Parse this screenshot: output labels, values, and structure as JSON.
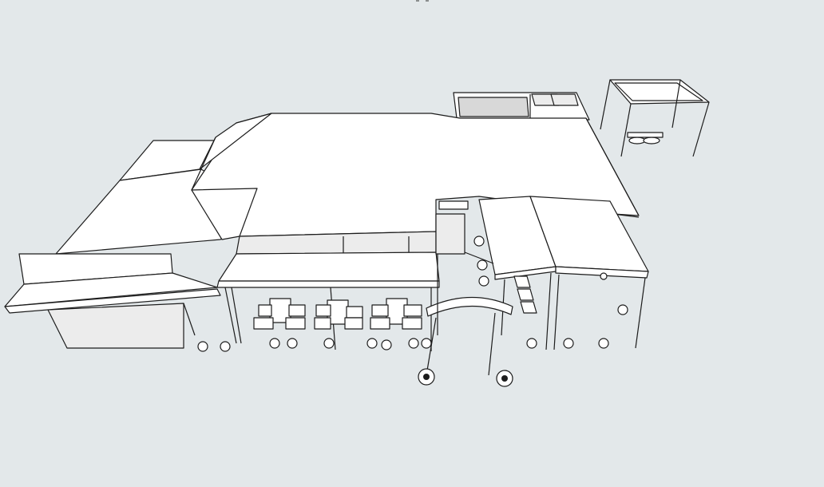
{
  "viewport": {
    "background_color": "#e3e8ea",
    "edge_color": "#1c1c1c",
    "face_color": "#ffffff",
    "shade_color": "#ececec"
  },
  "model": {
    "components": [
      {
        "id": "main-roof"
      },
      {
        "id": "west-wing"
      },
      {
        "id": "rear-annex"
      },
      {
        "id": "canopy-pergola"
      },
      {
        "id": "veranda"
      },
      {
        "id": "entry-canopy"
      },
      {
        "id": "picnic-tables"
      },
      {
        "id": "planters"
      },
      {
        "id": "flagpoles"
      }
    ]
  }
}
